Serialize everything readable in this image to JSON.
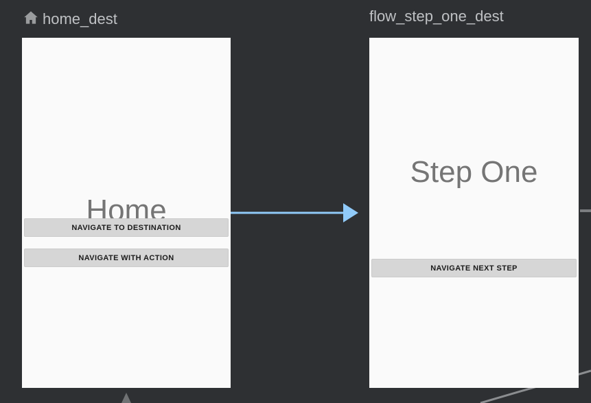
{
  "editor": {
    "name": "navigation-graph-editor",
    "background_color": "#2e3033",
    "panel_color": "#fafafa",
    "action_arrow_color": "#90caf9",
    "inactive_arrow_color": "#9a9a9a",
    "label_color": "#bfc1c4"
  },
  "destinations": [
    {
      "id": "home_dest",
      "label": "home_dest",
      "is_start_destination": true,
      "start_icon": "home-icon",
      "screen_title": "Home",
      "buttons": [
        {
          "id": "navigate-to-destination",
          "label": "NAVIGATE TO DESTINATION"
        },
        {
          "id": "navigate-with-action",
          "label": "NAVIGATE WITH ACTION"
        }
      ]
    },
    {
      "id": "flow_step_one_dest",
      "label": "flow_step_one_dest",
      "is_start_destination": false,
      "screen_title": "Step One",
      "buttons": [
        {
          "id": "navigate-next-step",
          "label": "NAVIGATE NEXT STEP"
        }
      ]
    }
  ],
  "actions": [
    {
      "id": "action-home-to-flow-step-one",
      "from": "home_dest",
      "to": "flow_step_one_dest",
      "color": "#90caf9",
      "highlighted": true
    },
    {
      "id": "action-incoming-bottom",
      "to": "home_dest",
      "color": "#9a9a9a",
      "highlighted": false
    },
    {
      "id": "action-outgoing-right",
      "from": "flow_step_one_dest",
      "color": "#9a9a9a",
      "highlighted": false
    }
  ]
}
